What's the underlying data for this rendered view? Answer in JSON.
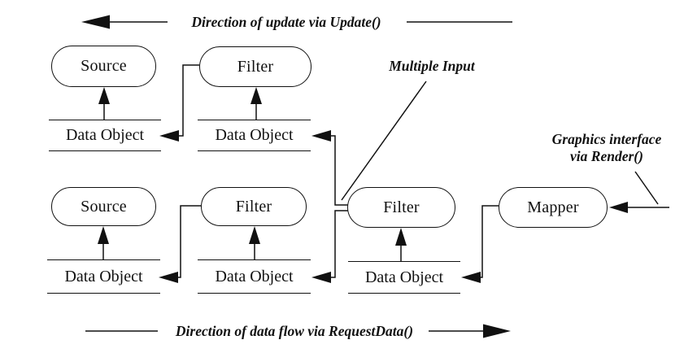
{
  "annotations": {
    "update": "Direction of update via Update()",
    "data_flow": "Direction of data flow via RequestData()",
    "multiple_input": "Multiple Input",
    "graphics_interface": "Graphics interface",
    "via_render": "via Render()"
  },
  "nodes": {
    "source_top": "Source",
    "filter_top": "Filter",
    "source_bottom": "Source",
    "filter_bottom": "Filter",
    "filter_multi_input": "Filter",
    "mapper": "Mapper"
  },
  "labels": {
    "data_object": "Data Object"
  },
  "colors": {
    "line": "#111111",
    "background": "#ffffff"
  }
}
